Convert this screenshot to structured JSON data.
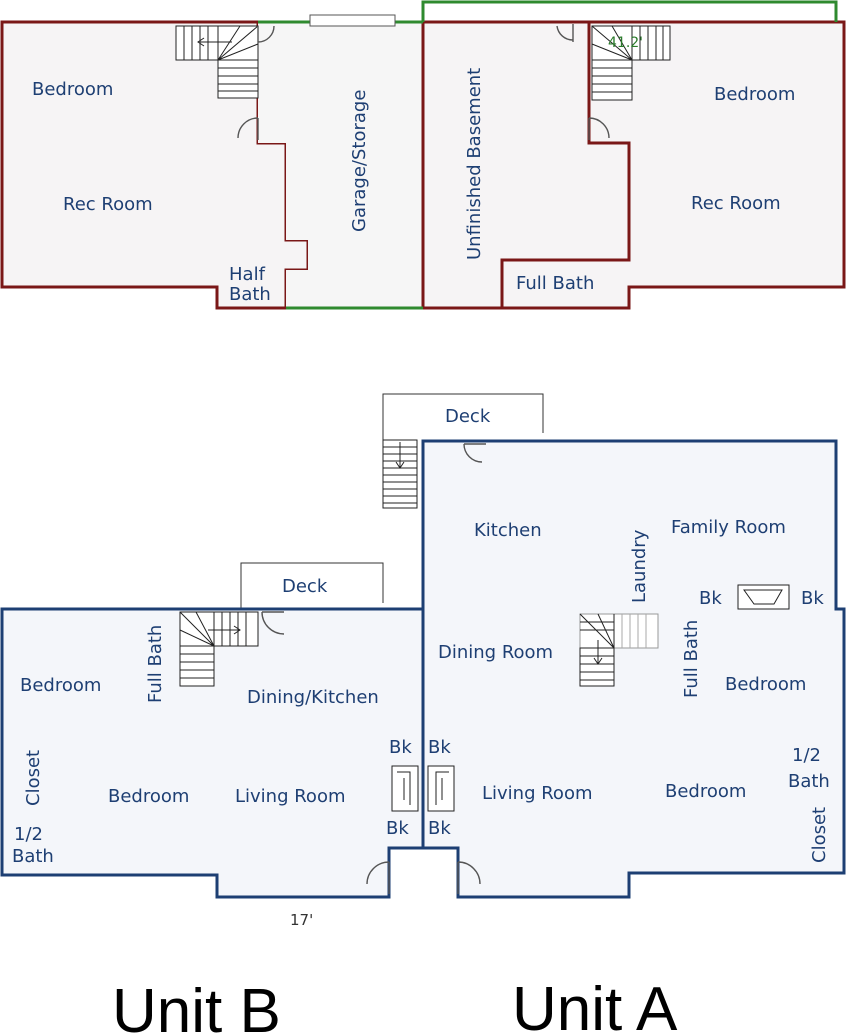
{
  "basement": {
    "unit_b": {
      "bedroom": "Bedroom",
      "rec_room": "Rec Room",
      "half_bath_1": "Half",
      "half_bath_2": "Bath"
    },
    "garage": "Garage/Storage",
    "unfinished": "Unfinished Basement",
    "unit_a": {
      "bedroom": "Bedroom",
      "rec_room": "Rec Room",
      "full_bath": "Full Bath"
    },
    "dimension": "41.2'"
  },
  "main": {
    "unit_b": {
      "deck": "Deck",
      "full_bath": "Full Bath",
      "bedroom_1": "Bedroom",
      "dining_kitchen": "Dining/Kitchen",
      "closet": "Closet",
      "bedroom_2": "Bedroom",
      "living_room": "Living Room",
      "bk_top": "Bk",
      "bk_bottom": "Bk",
      "half_bath_1": "1/2",
      "half_bath_2": "Bath"
    },
    "unit_a": {
      "deck": "Deck",
      "kitchen": "Kitchen",
      "laundry": "Laundry",
      "family_room": "Family Room",
      "bk_left": "Bk",
      "bk_right": "Bk",
      "dining_room": "Dining Room",
      "full_bath": "Full Bath",
      "bedroom_1": "Bedroom",
      "bk_top": "Bk",
      "bk_bottom": "Bk",
      "living_room": "Living Room",
      "bedroom_2": "Bedroom",
      "half_bath_1": "1/2",
      "half_bath_2": "Bath",
      "closet": "Closet"
    },
    "dimension": "17'"
  },
  "captions": {
    "unit_b": "Unit B",
    "unit_a": "Unit A"
  },
  "colors": {
    "basement_wall": "#7a1717",
    "garage_wall": "#2f8a2f",
    "main_wall": "#1d3f73",
    "floor": "#f4f6fa"
  }
}
